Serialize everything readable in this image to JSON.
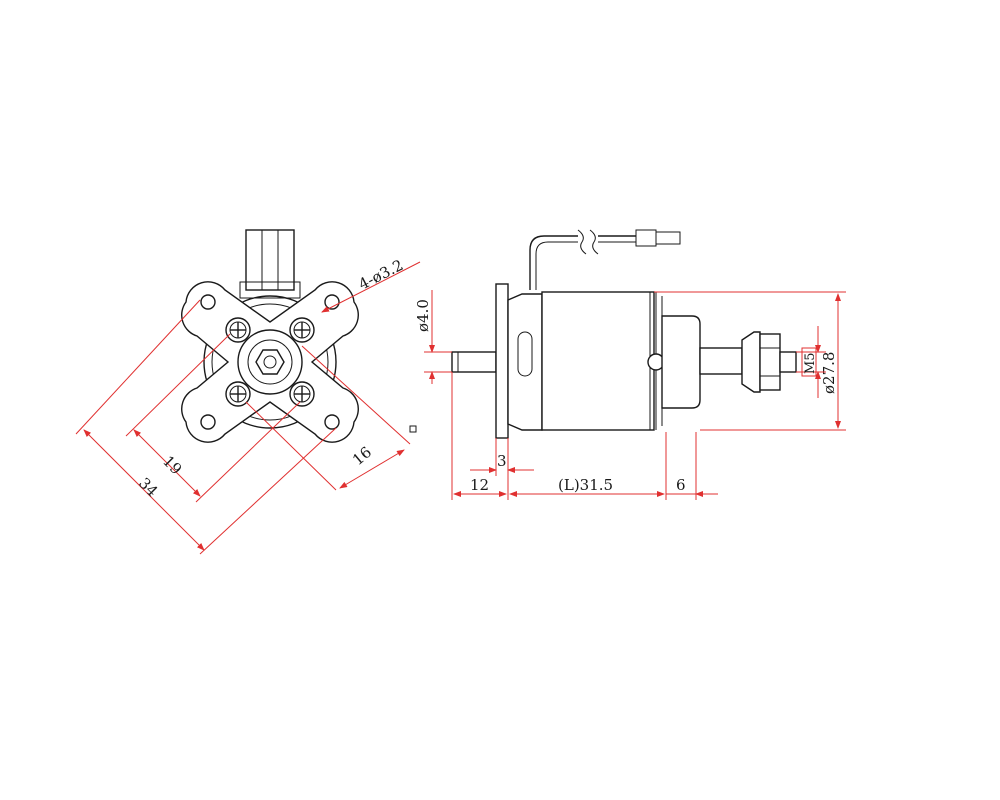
{
  "colors": {
    "outline": "#1a1a1a",
    "dimension": "#e03030",
    "background": "#ffffff"
  },
  "front_view": {
    "mount_holes_label": "4-ø3.2",
    "dim_inner_label": "19",
    "dim_outer_label": "34",
    "dim_bolt_label": "16"
  },
  "side_view": {
    "shaft_dia_label": "ø4.0",
    "flange_label": "3",
    "shaft_len_label": "12",
    "body_len_label": "(L)31.5",
    "adapter_len_label": "6",
    "thread_label": "M5",
    "body_dia_label": "ø27.8"
  }
}
